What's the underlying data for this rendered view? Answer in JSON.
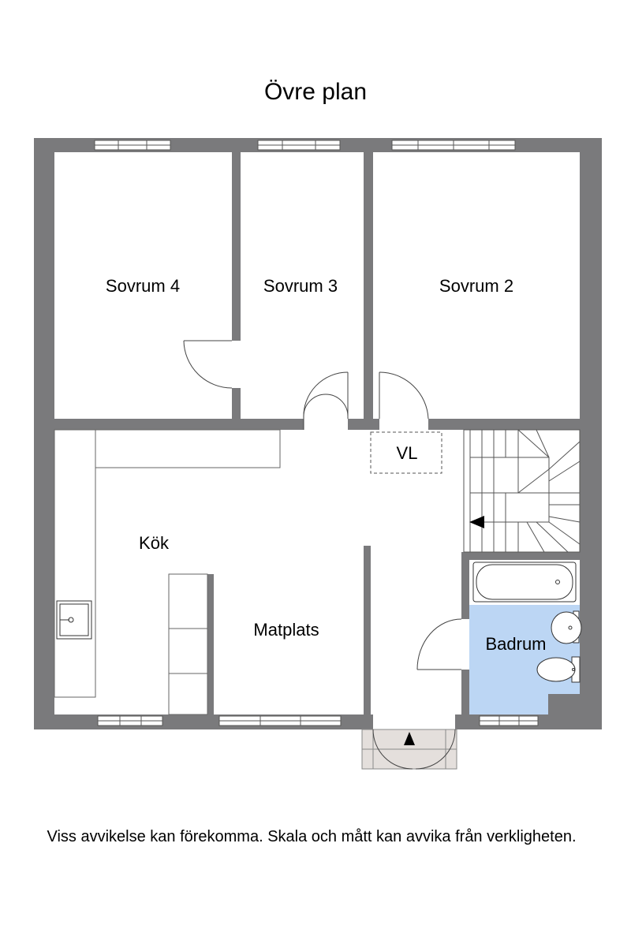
{
  "title": "Övre plan",
  "rooms": {
    "sovrum4": "Sovrum 4",
    "sovrum3": "Sovrum 3",
    "sovrum2": "Sovrum 2",
    "vl": "VL",
    "kok": "Kök",
    "matplats": "Matplats",
    "badrum": "Badrum"
  },
  "disclaimer": "Viss avvikelse kan förekomma. Skala och mått kan avvika från verkligheten.",
  "colors": {
    "wall": "#7a7a7c",
    "bathroom": "#bcd6f4",
    "entrance_step": "#e4dfdc",
    "window_frame": "#9a9a9a"
  }
}
